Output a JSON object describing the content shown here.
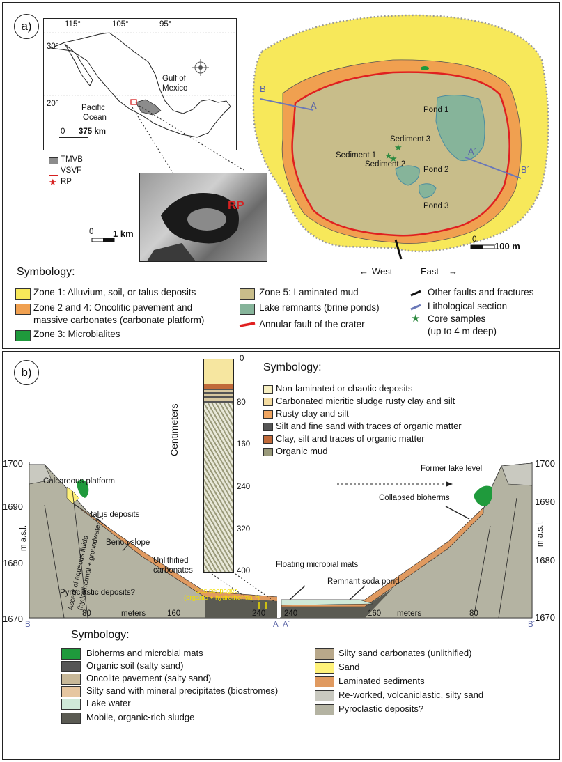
{
  "panel_a": {
    "label": "a)",
    "inset_map": {
      "longitudes": [
        "115°",
        "105°",
        "95°"
      ],
      "latitudes": [
        "30°",
        "20°"
      ],
      "gulf": [
        "Gulf of",
        "Mexico"
      ],
      "ocean": [
        "Pacific",
        "Ocean"
      ],
      "scale_zero": "0",
      "scale_label": "375 km",
      "legend": [
        {
          "label": "TMVB",
          "color": "#8c8c8c"
        },
        {
          "label": "VSVF",
          "color": "#d62020"
        },
        {
          "label": "RP",
          "color": "#d62020"
        }
      ]
    },
    "dem": {
      "label": "RP",
      "scale_zero": "0",
      "scale_label": "1 km"
    },
    "crater": {
      "section_b": "B",
      "section_a": "A",
      "section_a_prime": "A´",
      "section_b_prime": "B´",
      "ponds": [
        "Pond 1",
        "Pond 2",
        "Pond 3"
      ],
      "sediments": [
        "Sediment 3",
        "Sediment 1",
        "Sediment 2"
      ],
      "scale_zero": "0",
      "scale_label": "100 m",
      "west": "West",
      "east": "East"
    },
    "symbology_title": "Symbology:",
    "legend_col1": [
      {
        "label": "Zone 1: Alluvium, soil, or talus deposits",
        "color": "#f7e85a"
      },
      {
        "label": "Zone 2 and 4: Oncolitic pavement and",
        "label2": "massive carbonates (carbonate platform)",
        "color": "#f0a050"
      },
      {
        "label": "Zone 3: Microbialites",
        "color": "#1f9a3c"
      }
    ],
    "legend_col2": [
      {
        "label": "Zone 5: Laminated mud",
        "color": "#c8bd8a"
      },
      {
        "label": "Lake remnants (brine ponds)",
        "color": "#86b49a"
      },
      {
        "label": "Annular fault of the crater",
        "color": "#e02020"
      }
    ],
    "legend_col3": [
      {
        "label": "Other faults and fractures"
      },
      {
        "label": "Lithological section"
      },
      {
        "label": "Core samples",
        "label2": "(up to 4 m deep)"
      }
    ]
  },
  "panel_b": {
    "label": "b)",
    "core": {
      "axis_title": "Centimeters",
      "ticks": [
        "0",
        "80",
        "160",
        "240",
        "320",
        "400"
      ]
    },
    "core_symbology_title": "Symbology:",
    "core_legend": [
      {
        "label": "Non-laminated or chaotic deposits",
        "color": "#f6eec0"
      },
      {
        "label": "Carbonated micritic sludge rusty clay and silt",
        "color": "#f4dca0"
      },
      {
        "label": "Rusty clay and silt",
        "color": "#f0a560"
      },
      {
        "label": "Silt and fine sand with traces of organic matter",
        "color": "#555555"
      },
      {
        "label": "Clay, silt and traces of organic matter",
        "color": "#c06a3a"
      },
      {
        "label": "Organic mud",
        "color": "#9a9a7a"
      }
    ],
    "y_axis_left": [
      "1700",
      "1690",
      "1680",
      "1670"
    ],
    "y_axis_right": [
      "1700",
      "1690",
      "1680",
      "1670"
    ],
    "y_label": "m a.s.l.",
    "x_left": [
      "80",
      "160",
      "240"
    ],
    "x_right": [
      "240",
      "160",
      "80"
    ],
    "x_unit": "meters",
    "endpoints": {
      "b": "B",
      "a": "A",
      "a_prime": "A´",
      "b_prime": "B´"
    },
    "annotations": {
      "calcareous": "Calcareous platform",
      "talus": "talus deposits",
      "bench": "Bench slope",
      "unlithified": [
        "Unlithified",
        "carbonates"
      ],
      "ascent": [
        "Ascent of aqueous fluids",
        "(hydrothermal + groundwater?)"
      ],
      "pyroclastic": "Pyroclastic deposits?",
      "gas": [
        "Gas seepages",
        "(organic + hydrothermal?)"
      ],
      "former_lake": "Former lake level",
      "collapsed": "Collapsed bioherms",
      "floating": "Floating microbial mats",
      "remnant": "Remnant soda pond"
    },
    "symbology_title": "Symbology:",
    "legend_left": [
      {
        "label": "Bioherms and microbial mats",
        "color": "#1f9a3c"
      },
      {
        "label": "Organic soil (salty sand)",
        "color": "#555555"
      },
      {
        "label": "Oncolite pavement (salty sand)",
        "color": "#c8b898"
      },
      {
        "label": "Silty sand with mineral precipitates (biostromes)",
        "color": "#e6c6a0"
      },
      {
        "label": "Lake water",
        "color": "#cfe9d8"
      },
      {
        "label": "Mobile, organic-rich sludge",
        "color": "#5a5a52"
      }
    ],
    "legend_right": [
      {
        "label": "Silty sand carbonates (unlithified)",
        "color": "#b8a88a"
      },
      {
        "label": "Sand",
        "color": "#fff27a"
      },
      {
        "label": "Laminated sediments",
        "color": "#e09a60"
      },
      {
        "label": "Re-worked, volcaniclastic, silty sand",
        "color": "#c9c9c0"
      },
      {
        "label": "Pyroclastic deposits?",
        "color": "#b4b3a2"
      }
    ]
  }
}
